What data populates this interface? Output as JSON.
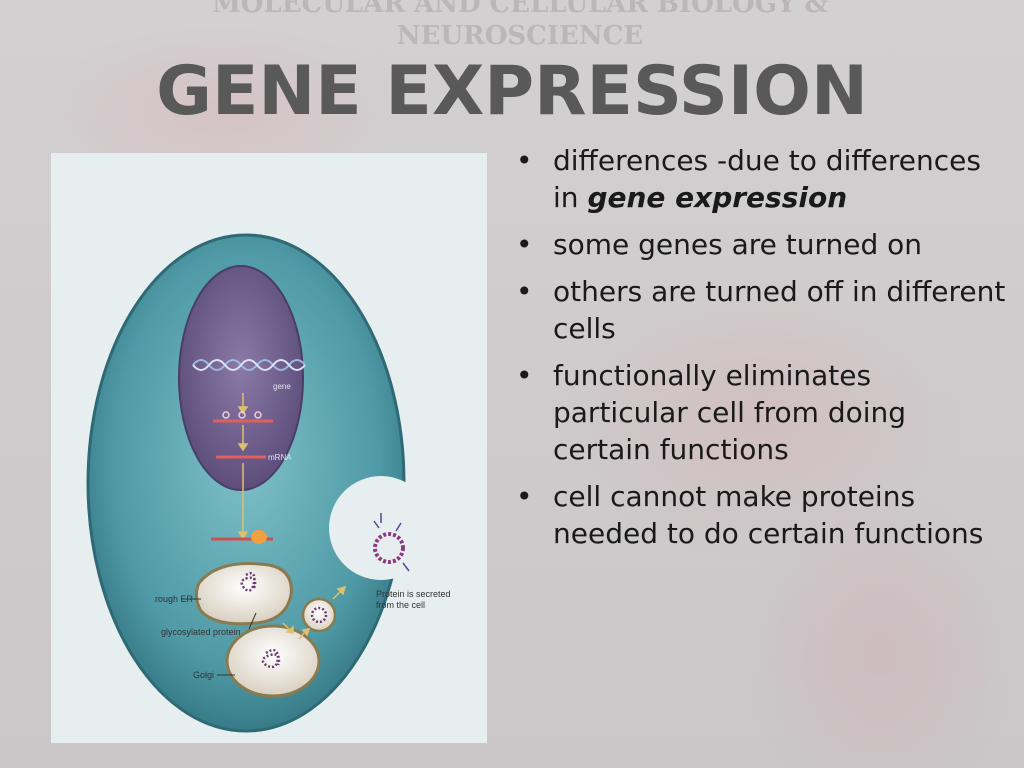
{
  "background": {
    "ghost_heading_line1": "MOLECULAR AND CELLULAR BIOLOGY &",
    "ghost_heading_line2": "NEUROSCIENCE"
  },
  "slide": {
    "title": "GENE EXPRESSION"
  },
  "figure": {
    "labels": {
      "gene": "gene",
      "mrna": "mRNA",
      "rough_er": "rough ER",
      "glycosylated_protein": "glycosylated protein",
      "golgi": "Golgi",
      "secreted_line1": "Protein is secreted",
      "secreted_line2": "from the cell"
    }
  },
  "bullets": [
    {
      "text": "differences -due to differences in ",
      "emphasis": "gene expression"
    },
    {
      "text": "some genes are turned on"
    },
    {
      "text": "others are turned off in different cells"
    },
    {
      "text": "functionally eliminates particular cell from doing certain functions"
    },
    {
      "text": "cell cannot make proteins needed to do certain functions"
    }
  ],
  "colors": {
    "title": "#595959",
    "cell_cytoplasm": "#4f9aa6",
    "nucleus": "#6a5b86",
    "background": "#cfcccd"
  }
}
